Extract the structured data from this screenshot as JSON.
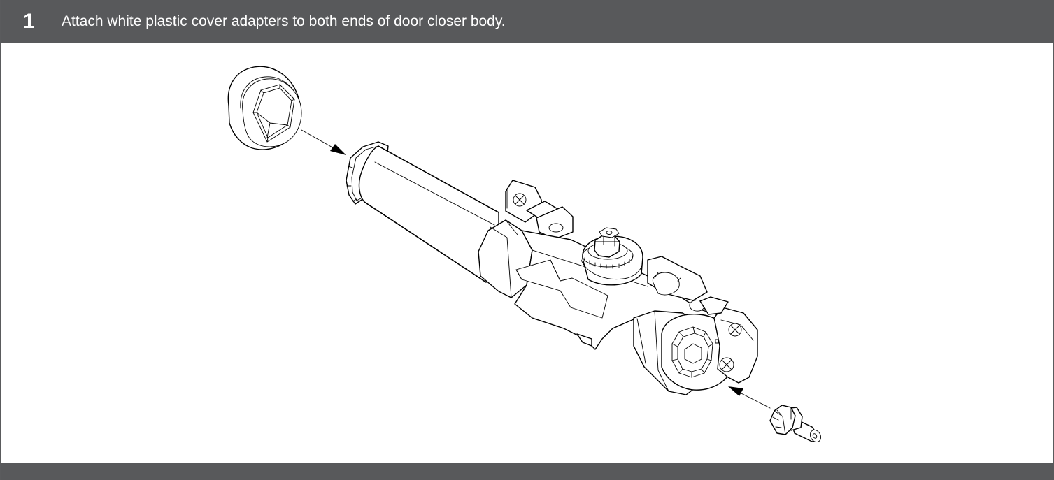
{
  "step": {
    "number": "1",
    "instruction": "Attach white plastic cover adapters to both ends of door closer body."
  },
  "colors": {
    "header_background": "#58595b",
    "header_text": "#ffffff",
    "line_art": "#000000",
    "page_background": "#ffffff"
  },
  "illustration": {
    "parts": [
      "cover-adapter-large",
      "door-closer-body",
      "cover-adapter-small"
    ],
    "arrows": [
      "adapter-insertion-arrow-left",
      "adapter-insertion-arrow-right"
    ]
  }
}
